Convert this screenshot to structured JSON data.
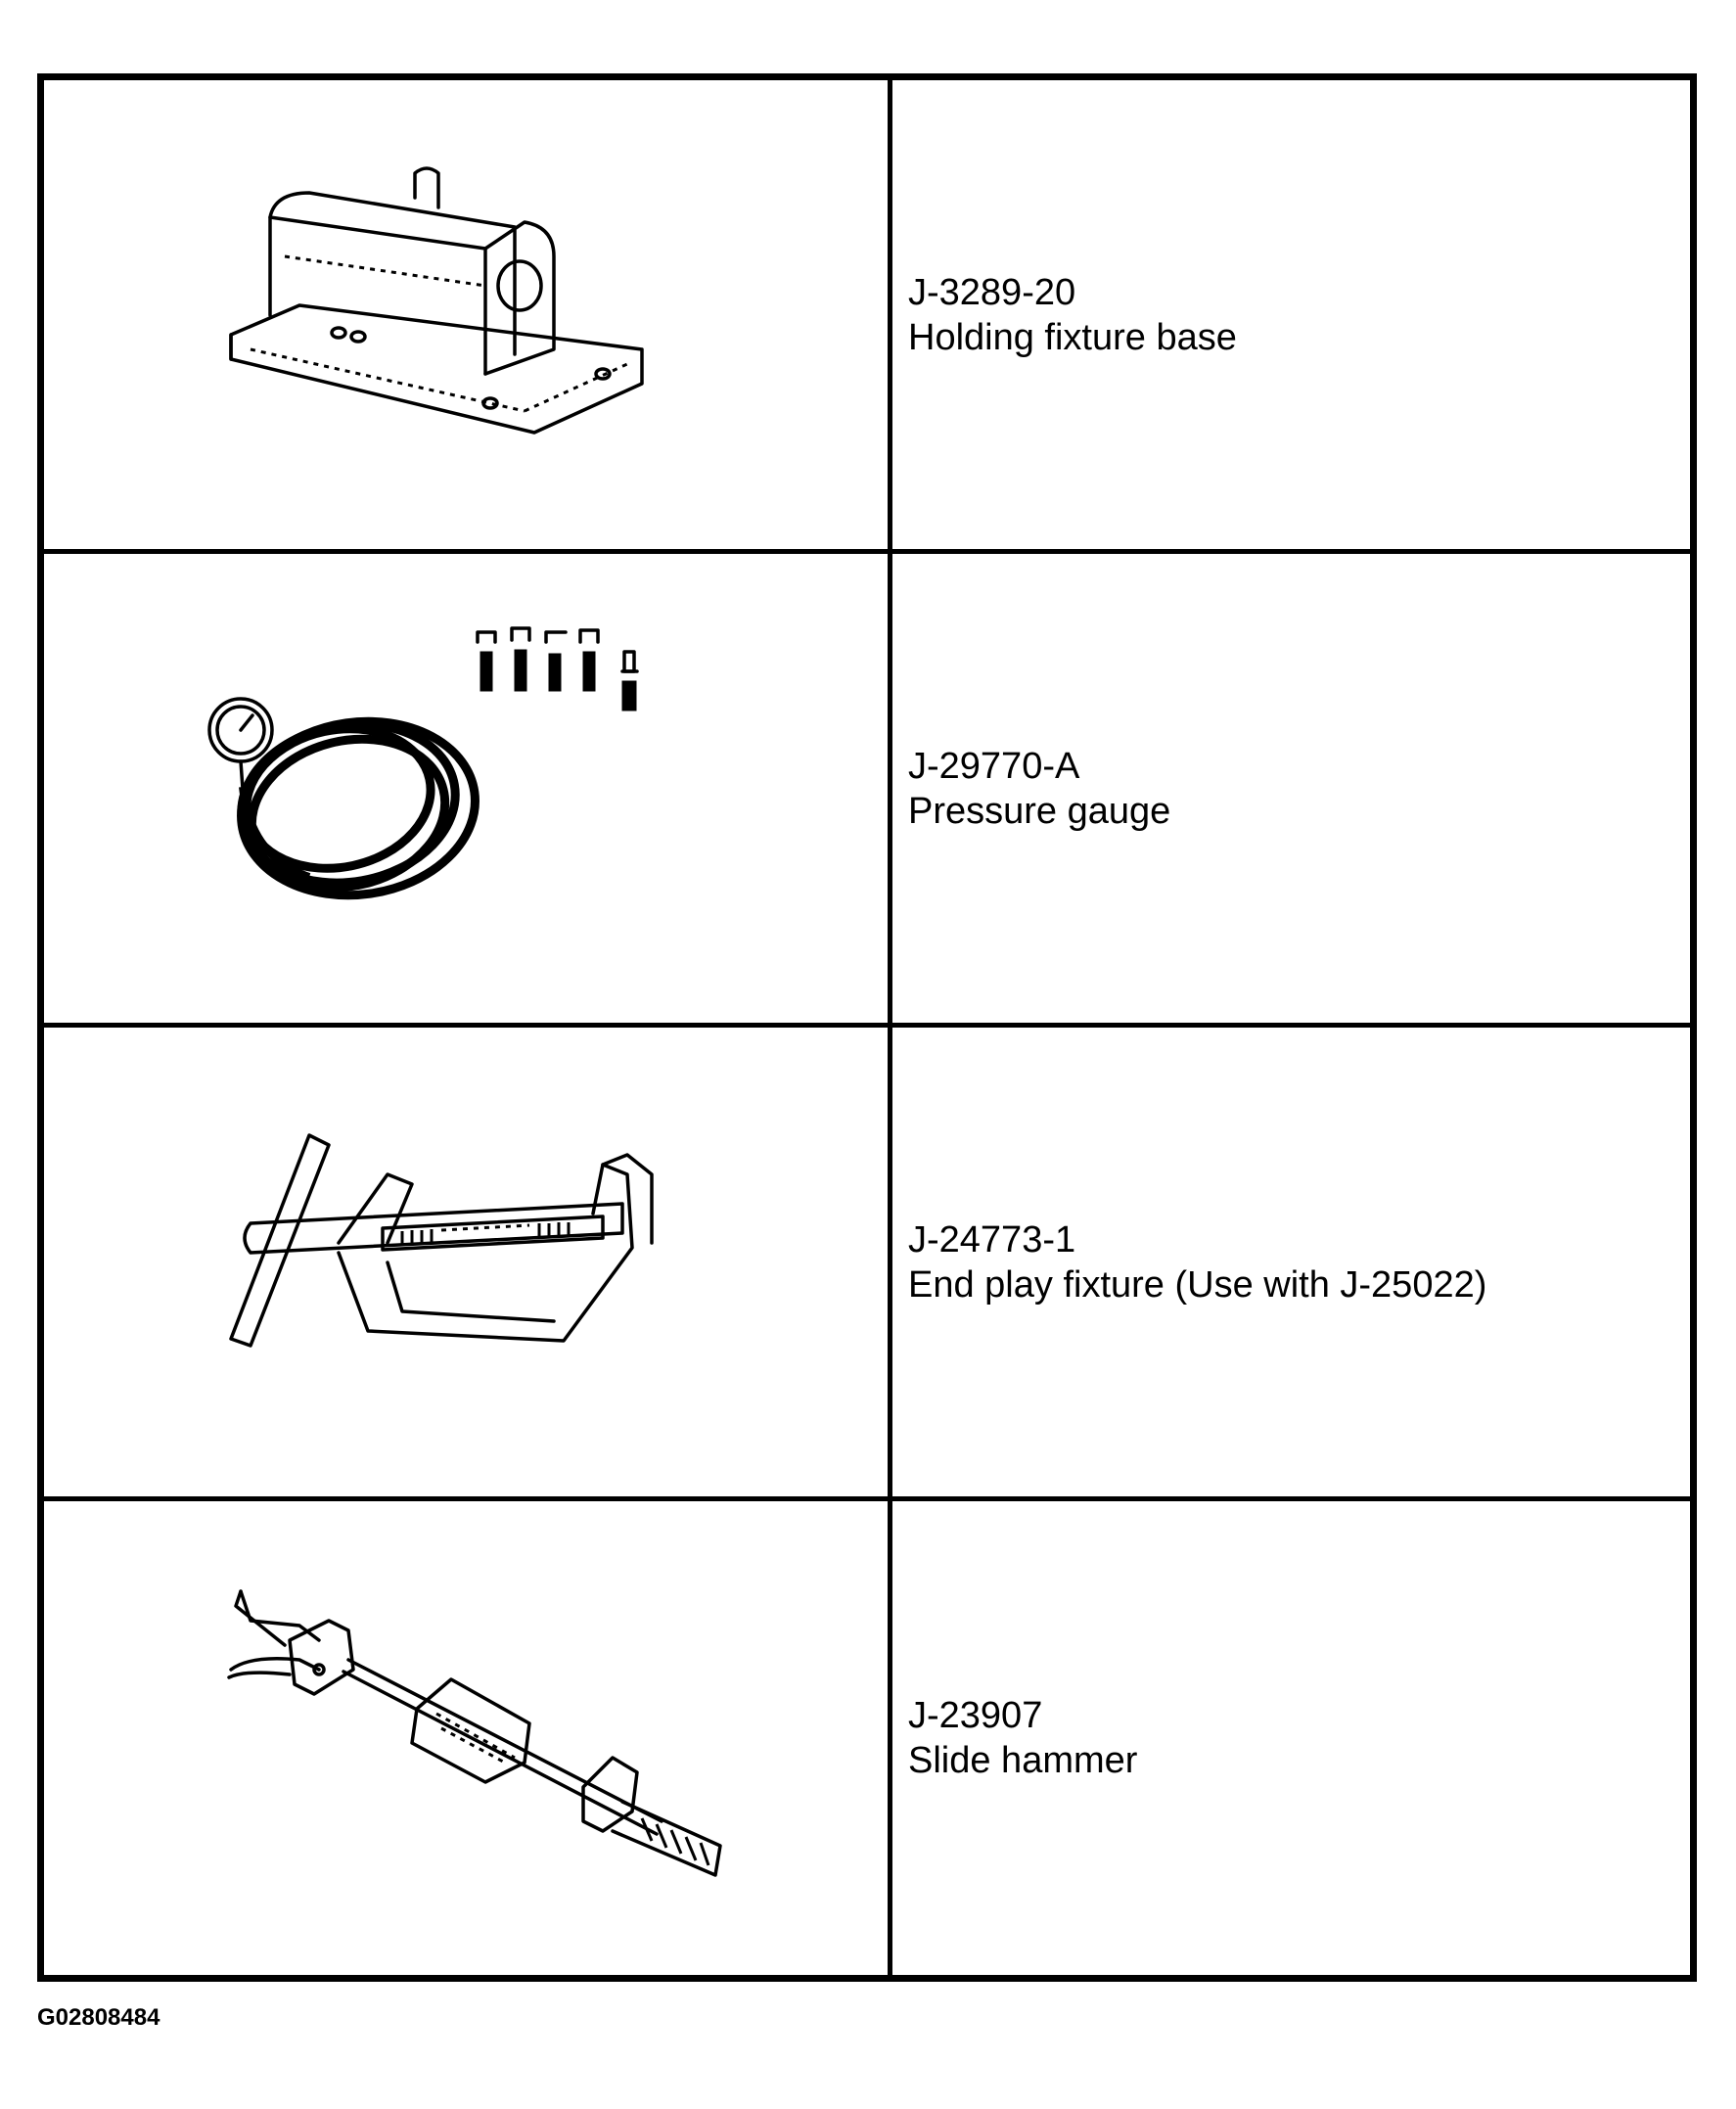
{
  "tools": [
    {
      "number": "J-3289-20",
      "description": "Holding fixture base",
      "icon": "holding-fixture-base-illustration"
    },
    {
      "number": "J-29770-A",
      "description": "Pressure gauge",
      "icon": "pressure-gauge-illustration"
    },
    {
      "number": "J-24773-1",
      "description": "End play fixture (Use with J-25022)",
      "icon": "end-play-fixture-illustration"
    },
    {
      "number": "J-23907",
      "description": "Slide hammer",
      "icon": "slide-hammer-illustration"
    }
  ],
  "figure_id": "G02808484"
}
